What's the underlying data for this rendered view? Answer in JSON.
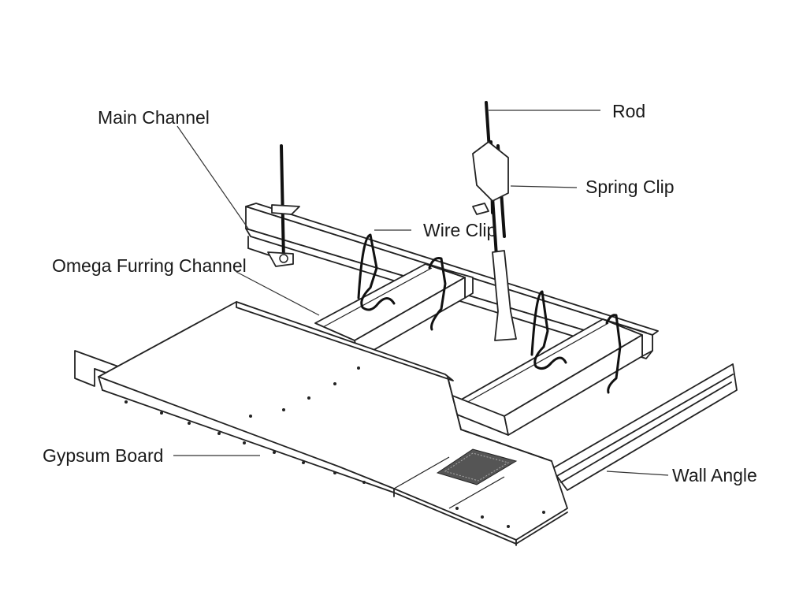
{
  "labels": {
    "main_channel": "Main Channel",
    "rod": "Rod",
    "spring_clip": "Spring Clip",
    "wire_clip": "Wire Clip",
    "omega_furring_channel": "Omega Furring Channel",
    "gypsum_board": "Gypsum Board",
    "wall_angle": "Wall Angle"
  },
  "colors": {
    "line": "#222222",
    "background": "#ffffff"
  }
}
